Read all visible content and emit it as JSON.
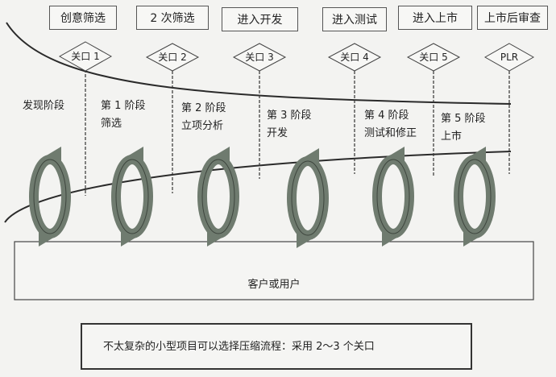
{
  "gates": [
    {
      "box": "创意筛选",
      "label": "关口 1"
    },
    {
      "box": "2 次筛选",
      "label": "关口 2"
    },
    {
      "box": "进入开发",
      "label": "关口 3"
    },
    {
      "box": "进入测试",
      "label": "关口 4"
    },
    {
      "box": "进入上市",
      "label": "关口 5"
    },
    {
      "box": "上市后审查",
      "label": "PLR"
    }
  ],
  "stages": [
    {
      "line1": "发现阶段",
      "line2": ""
    },
    {
      "line1": "第 1 阶段",
      "line2": "筛选"
    },
    {
      "line1": "第 2 阶段",
      "line2": "立项分析"
    },
    {
      "line1": "第 3 阶段",
      "line2": "开发"
    },
    {
      "line1": "第 4 阶段",
      "line2": "测试和修正"
    },
    {
      "line1": "第 5 阶段",
      "line2": "上市"
    }
  ],
  "customer": "客户或用户",
  "note": "不太复杂的小型项目可以选择压缩流程：采用 2～3 个关口",
  "colors": {
    "arrow": "#6f7b6f",
    "line": "#2a2a2a"
  }
}
